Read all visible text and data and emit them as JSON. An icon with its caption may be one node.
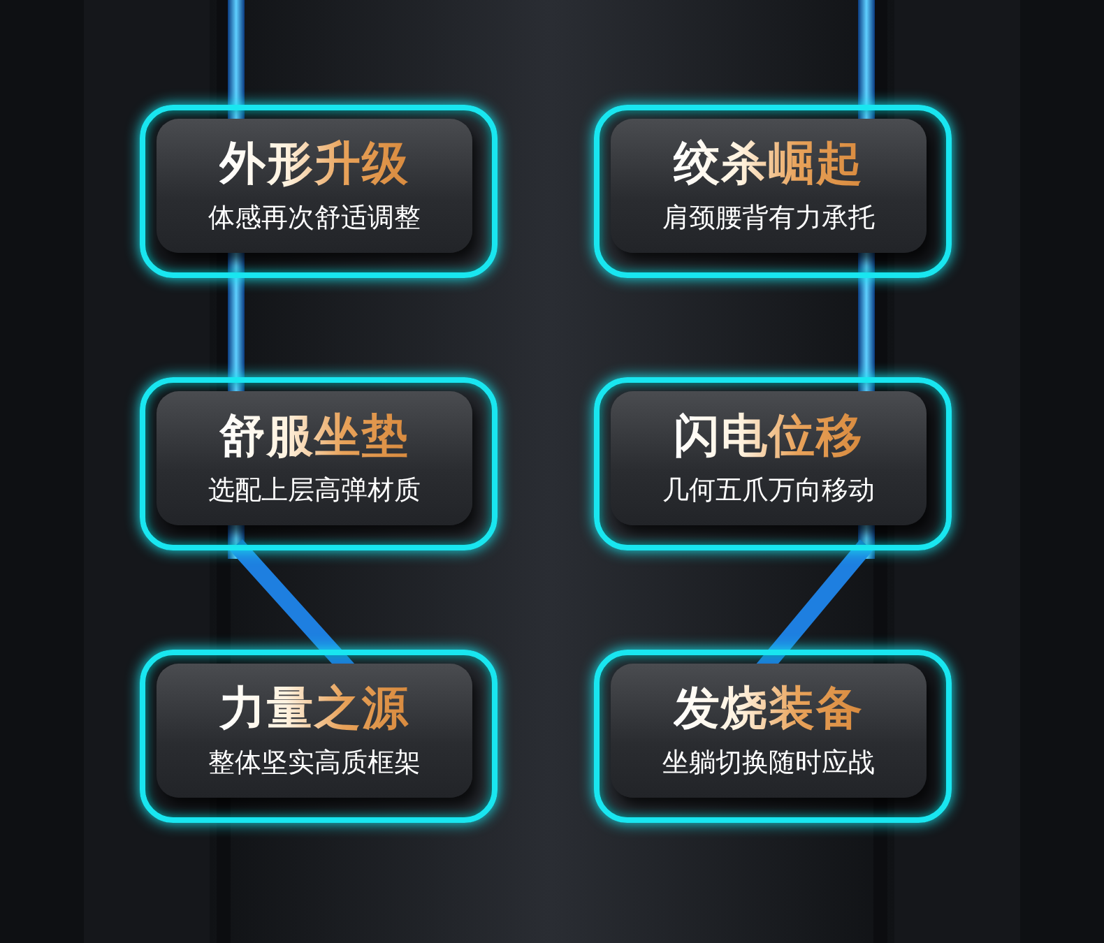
{
  "diagram": {
    "nodes": [
      {
        "text": [
          "外形升级",
          "体感再次舒适调整"
        ]
      },
      {
        "text": [
          "绞杀崛起",
          "肩颈腰背有力承托"
        ]
      },
      {
        "text": [
          "舒服坐垫",
          "选配上层高弹材质"
        ]
      },
      {
        "text": [
          "闪电位移",
          "几何五爪万向移动"
        ]
      },
      {
        "text": [
          "力量之源",
          "整体坚实高质框架"
        ]
      },
      {
        "text": [
          "发烧装备",
          "坐躺切换随时应战"
        ]
      }
    ]
  }
}
